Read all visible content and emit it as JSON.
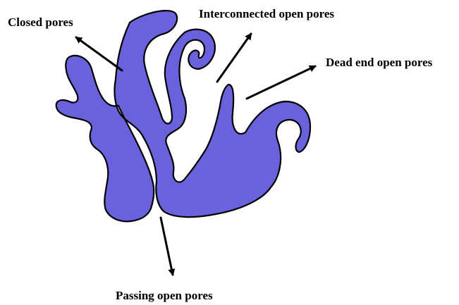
{
  "colors": {
    "pore_fill": "#6a62dc",
    "outline": "#000000",
    "text": "#000000",
    "background": "#ffffff"
  },
  "labels": {
    "closed_pores": "Closed pores",
    "interconnected_open_pores": "Interconnected open pores",
    "dead_end_open_pores": "Dead end open pores",
    "passing_open_pores": "Passing open pores"
  }
}
